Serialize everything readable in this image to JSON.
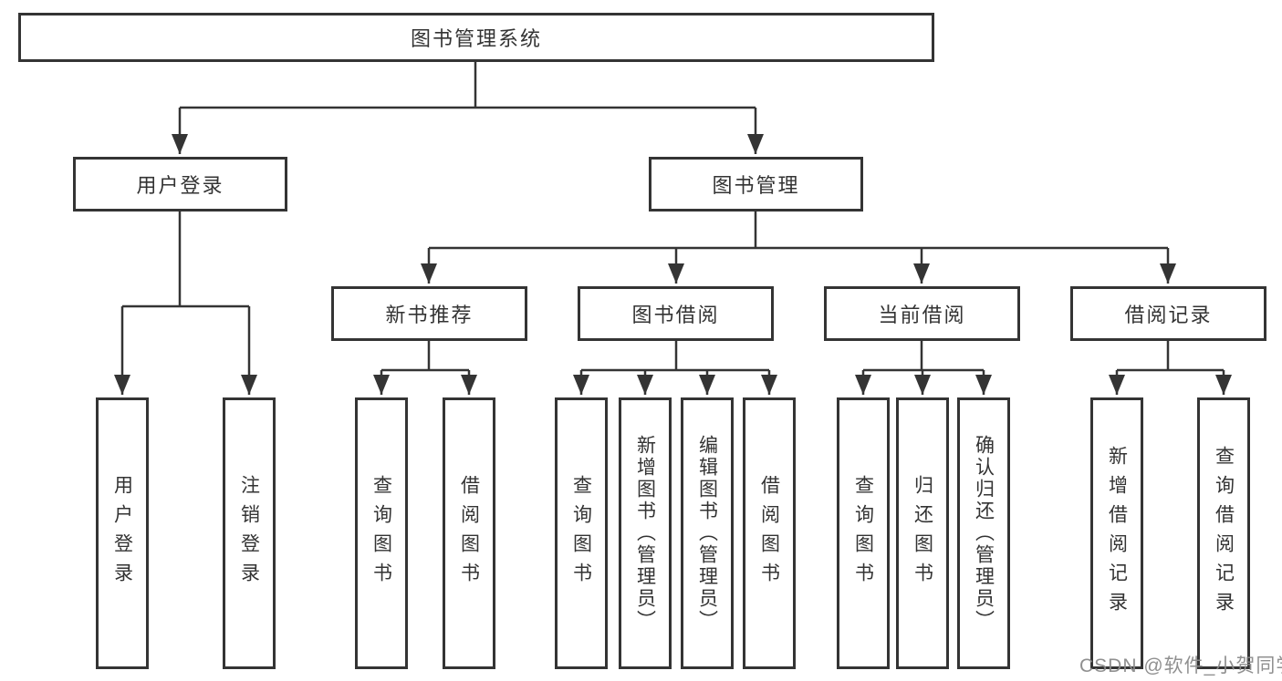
{
  "diagram": {
    "root": {
      "label": "图书管理系统"
    },
    "level2": [
      {
        "id": "user-login",
        "label": "用户登录"
      },
      {
        "id": "book-management",
        "label": "图书管理"
      }
    ],
    "level3": [
      {
        "id": "new-book-recommend",
        "label": "新书推荐",
        "parent": "图书管理"
      },
      {
        "id": "book-borrowing",
        "label": "图书借阅",
        "parent": "图书管理"
      },
      {
        "id": "current-borrowing",
        "label": "当前借阅",
        "parent": "图书管理"
      },
      {
        "id": "borrowing-records",
        "label": "借阅记录",
        "parent": "图书管理"
      }
    ],
    "leaves": [
      {
        "group": "用户登录",
        "label": "用户登录"
      },
      {
        "group": "用户登录",
        "label": "注销登录"
      },
      {
        "group": "新书推荐",
        "label": "查询图书"
      },
      {
        "group": "新书推荐",
        "label": "借阅图书"
      },
      {
        "group": "图书借阅",
        "label": "查询图书"
      },
      {
        "group": "图书借阅",
        "label": "新增图书（管理员）"
      },
      {
        "group": "图书借阅",
        "label": "编辑图书（管理员）"
      },
      {
        "group": "图书借阅",
        "label": "借阅图书"
      },
      {
        "group": "当前借阅",
        "label": "查询图书"
      },
      {
        "group": "当前借阅",
        "label": "归还图书"
      },
      {
        "group": "当前借阅",
        "label": "确认归还（管理员）"
      },
      {
        "group": "借阅记录",
        "label": "新增借阅记录"
      },
      {
        "group": "借阅记录",
        "label": "查询借阅记录"
      }
    ]
  },
  "watermark": {
    "text": "CSDN @软件_小贺同学"
  },
  "colors": {
    "line": "#343434",
    "box_border": "#343434",
    "text": "#333333",
    "watermark": "#8a8a8a",
    "background": "#ffffff"
  }
}
